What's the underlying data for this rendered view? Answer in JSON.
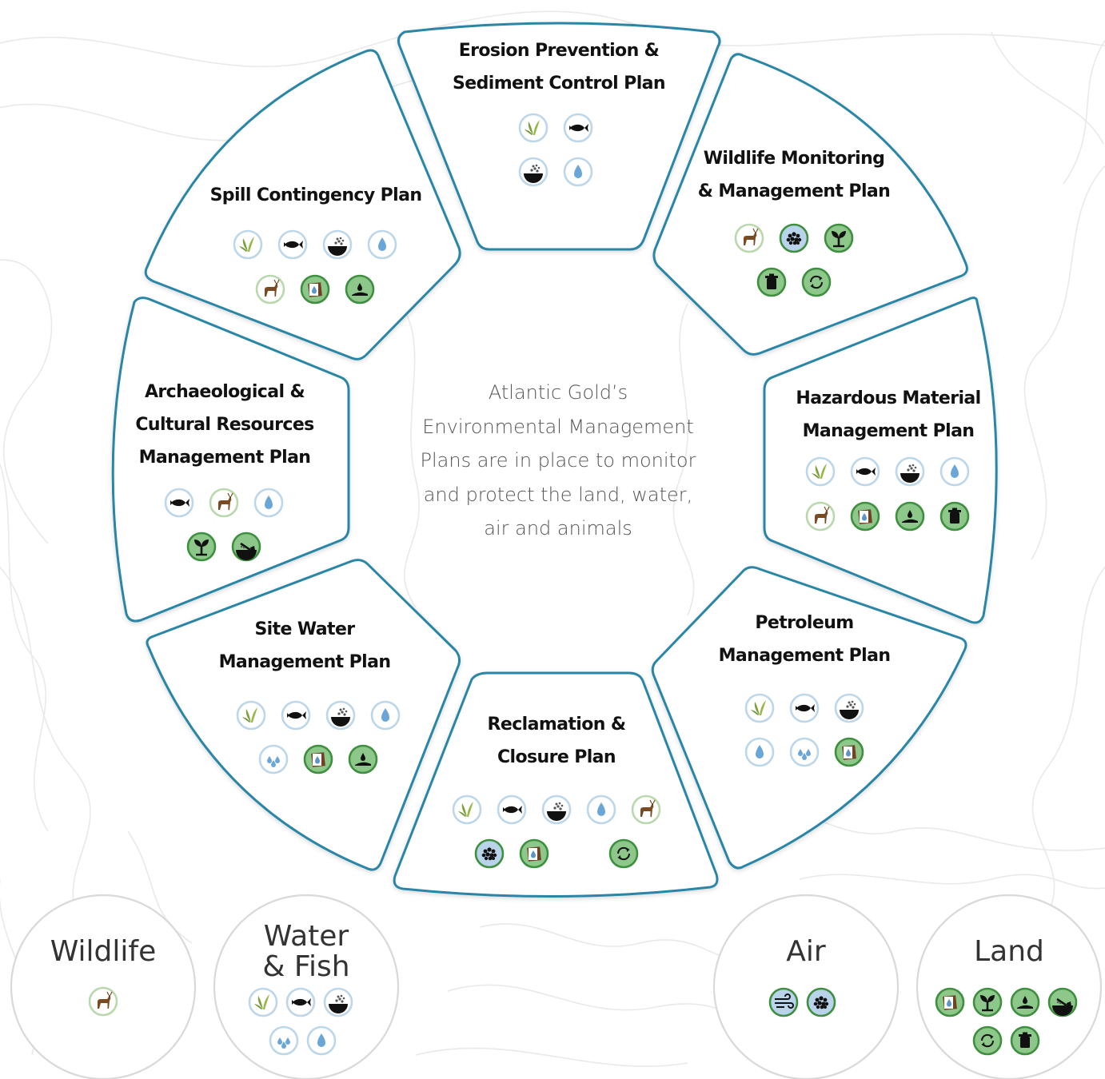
{
  "center_text": [
    "Atlantic Gold’s",
    "Environmental Management",
    "Plans are in place to monitor",
    "and protect the land, water,",
    "air and animals"
  ],
  "colors": {
    "border": "#2a86a6",
    "water_ring": "#bcd6ea",
    "water_fill": "#ffffff",
    "wildlife_ring": "#b9d8ac",
    "land_fill": "#8dc78a",
    "land_ring": "#3e8f3f",
    "air_fill": "#b9d3eb",
    "air_ring": "#3e8f3f"
  },
  "plans": [
    {
      "id": "erosion",
      "title": [
        "Erosion Prevention &",
        "Sediment Control Plan"
      ],
      "icons": [
        [
          "grass-icon",
          "fish-icon"
        ],
        [
          "sediment-icon",
          "water-drop-icon"
        ]
      ]
    },
    {
      "id": "wildlife-monitoring",
      "title": [
        "Wildlife Monitoring",
        "& Management Plan"
      ],
      "icons": [
        [
          "deer-icon",
          "dust-icon",
          "plant-icon"
        ],
        [
          "waste-bin-icon",
          "recycle-icon"
        ]
      ]
    },
    {
      "id": "hazardous",
      "title": [
        "Hazardous Material",
        "Management Plan"
      ],
      "icons": [
        [
          "grass-icon",
          "fish-icon",
          "sediment-icon",
          "water-drop-icon"
        ],
        [
          "deer-icon",
          "soil-water-icon",
          "ground-drop-icon",
          "waste-bin-icon"
        ]
      ]
    },
    {
      "id": "petroleum",
      "title": [
        "Petroleum",
        "Management Plan"
      ],
      "icons": [
        [
          "grass-icon",
          "fish-icon",
          "sediment-icon"
        ],
        [
          "water-drop-icon",
          "rain-icon",
          "soil-water-icon"
        ]
      ]
    },
    {
      "id": "reclamation",
      "title": [
        "Reclamation &",
        "Closure Plan"
      ],
      "icons": [
        [
          "grass-icon",
          "fish-icon",
          "sediment-icon",
          "water-drop-icon",
          "deer-icon"
        ],
        [
          "dust-icon",
          "soil-water-icon",
          "",
          "recycle-icon"
        ]
      ]
    },
    {
      "id": "site-water",
      "title": [
        "Site Water",
        "Management Plan"
      ],
      "icons": [
        [
          "grass-icon",
          "fish-icon",
          "sediment-icon",
          "water-drop-icon"
        ],
        [
          "rain-icon",
          "soil-water-icon",
          "ground-drop-icon"
        ]
      ]
    },
    {
      "id": "archaeological",
      "title": [
        "Archaeological &",
        "Cultural Resources",
        "Management Plan"
      ],
      "icons": [
        [
          "fish-icon",
          "deer-icon",
          "water-drop-icon"
        ],
        [
          "plant-icon",
          "shovel-icon"
        ]
      ]
    },
    {
      "id": "spill",
      "title": [
        "Spill Contingency Plan"
      ],
      "icons": [
        [
          "grass-icon",
          "fish-icon",
          "sediment-icon",
          "water-drop-icon"
        ],
        [
          "deer-icon",
          "soil-water-icon",
          "ground-drop-icon"
        ]
      ]
    }
  ],
  "categories": [
    {
      "id": "wildlife",
      "title": [
        "Wildlife"
      ],
      "icons": [
        [
          "deer-icon"
        ]
      ]
    },
    {
      "id": "water-fish",
      "title": [
        "Water",
        "& Fish"
      ],
      "icons": [
        [
          "grass-icon",
          "fish-icon",
          "sediment-icon"
        ],
        [
          "rain-icon",
          "water-drop-icon"
        ]
      ]
    },
    {
      "id": "air",
      "title": [
        "Air"
      ],
      "icons": [
        [
          "wind-icon",
          "dust-icon"
        ]
      ]
    },
    {
      "id": "land",
      "title": [
        "Land"
      ],
      "icons": [
        [
          "soil-water-icon",
          "plant-icon",
          "ground-drop-icon",
          "shovel-icon"
        ],
        [
          "recycle-icon",
          "waste-bin-icon"
        ]
      ]
    }
  ]
}
